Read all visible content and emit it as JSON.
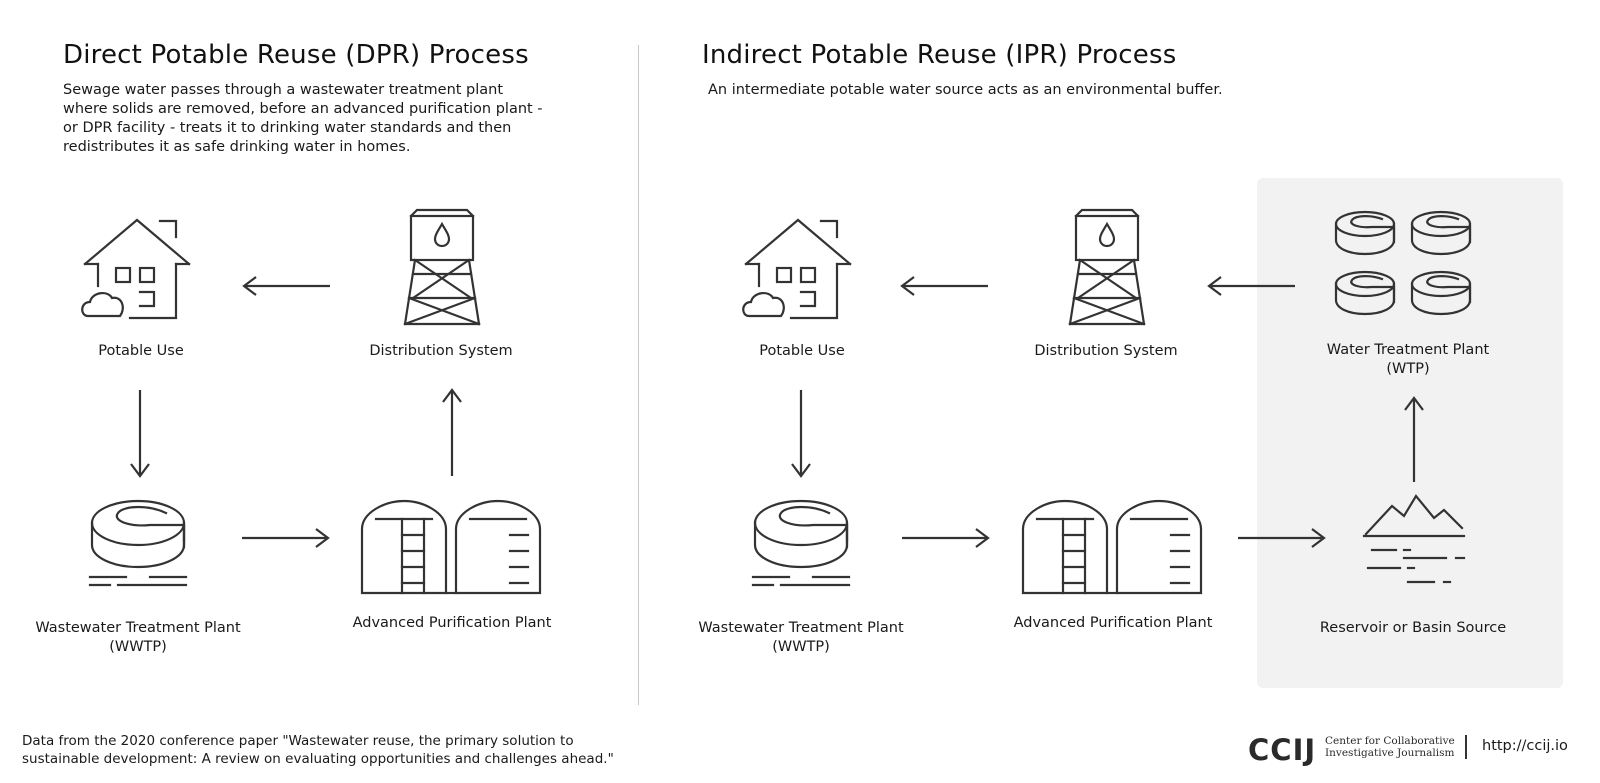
{
  "dpr": {
    "title": "Direct Potable Reuse (DPR) Process",
    "description": "Sewage water passes through a wastewater treatment plant where solids are removed, before an advanced purification plant - or DPR facility - treats it to drinking water standards and then redistributes it as safe drinking water in homes.",
    "nodes": {
      "potable_use": "Potable Use",
      "distribution": "Distribution System",
      "wwtp_line1": "Wastewater Treatment Plant",
      "wwtp_line2": "(WWTP)",
      "advanced": "Advanced Purification Plant"
    }
  },
  "ipr": {
    "title": "Indirect Potable Reuse (IPR) Process",
    "description": "An intermediate potable water source acts as an environmental buffer.",
    "nodes": {
      "potable_use": "Potable Use",
      "distribution": "Distribution System",
      "wtp_line1": "Water Treatment Plant",
      "wtp_line2": "(WTP)",
      "wwtp_line1": "Wastewater Treatment Plant",
      "wwtp_line2": "(WWTP)",
      "advanced": "Advanced Purification Plant",
      "reservoir": "Reservoir or Basin Source"
    }
  },
  "footer": {
    "source": "Data from the 2020 conference paper \"Wastewater reuse, the primary solution to sustainable development: A review on evaluating opportunities and challenges ahead.\"",
    "logo": "CCIJ",
    "logo_sub_line1": "Center for Collaborative",
    "logo_sub_line2": "Investigative Journalism",
    "url": "http://ccij.io"
  },
  "colors": {
    "panel": "#f2f2f2",
    "stroke": "#333333",
    "divider": "#c8c8c8"
  }
}
